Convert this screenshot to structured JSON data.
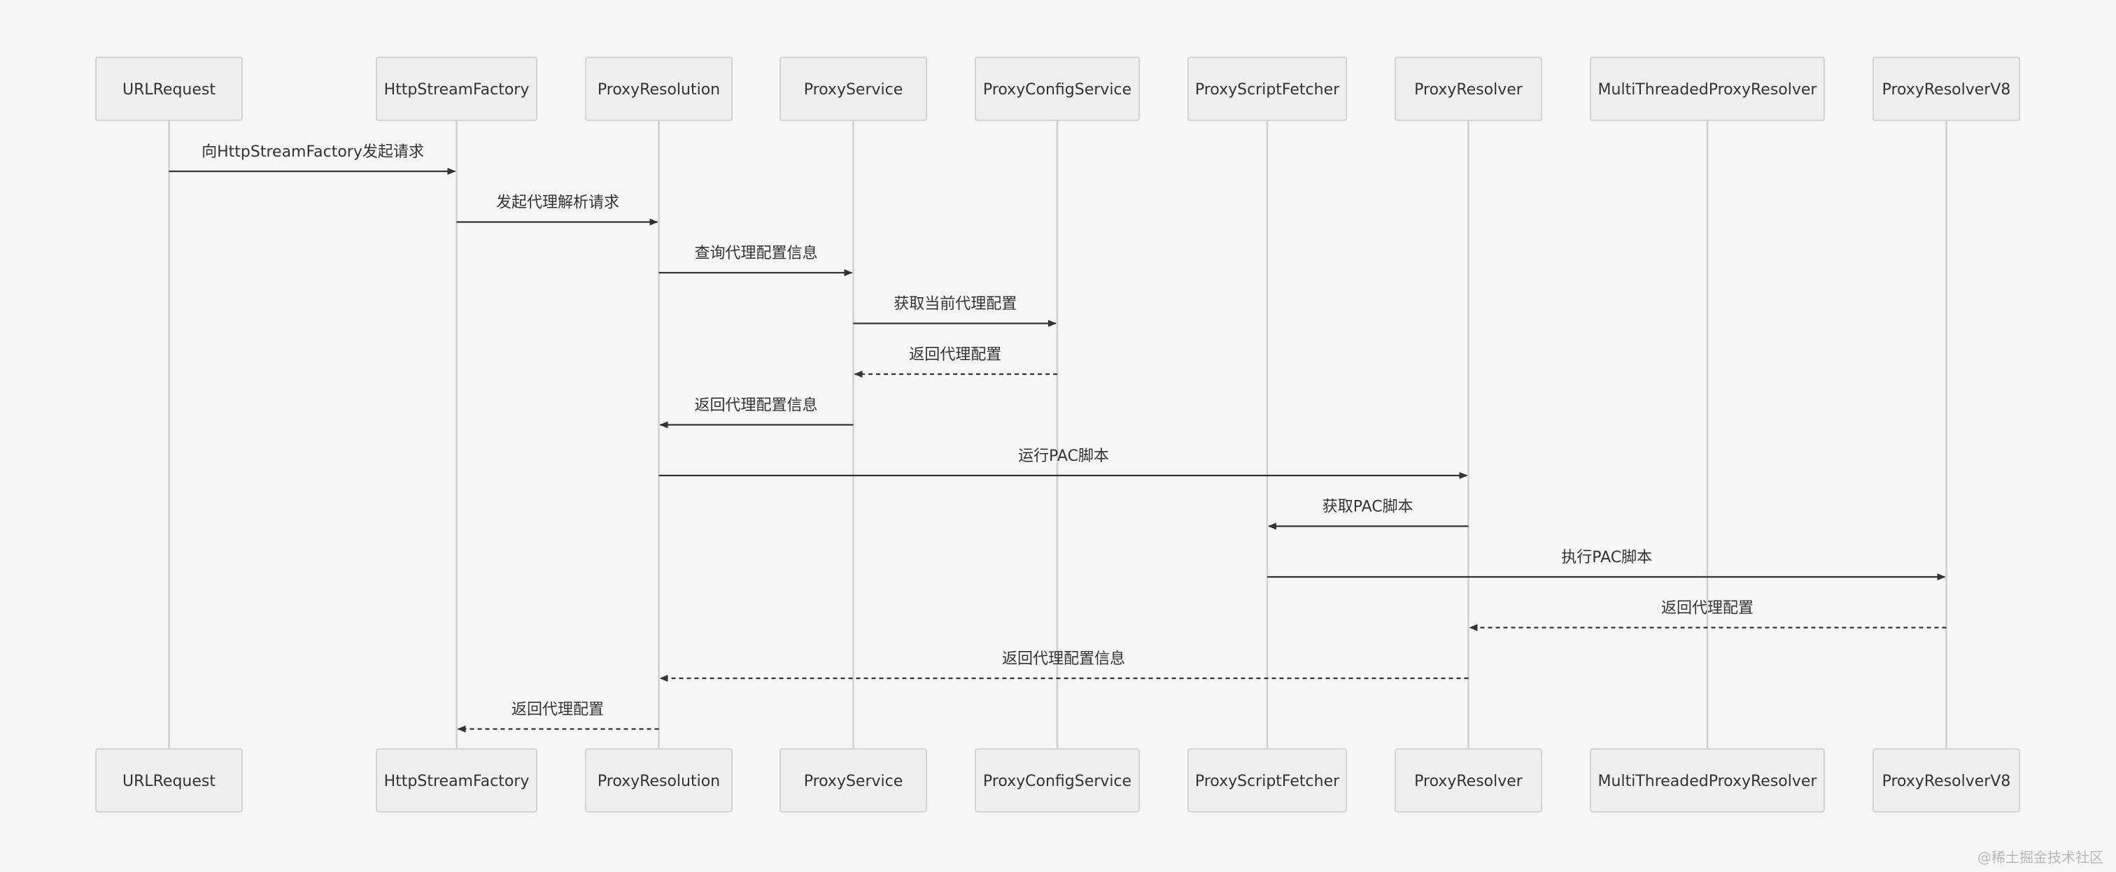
{
  "participants": [
    "URLRequest",
    "HttpStreamFactory",
    "ProxyResolution",
    "ProxyService",
    "ProxyConfigService",
    "ProxyScriptFetcher",
    "ProxyResolver",
    "MultiThreadedProxyResolver",
    "ProxyResolverV8"
  ],
  "messages": [
    {
      "from": 0,
      "to": 1,
      "text": "向HttpStreamFactory发起请求",
      "style": "solid"
    },
    {
      "from": 1,
      "to": 2,
      "text": "发起代理解析请求",
      "style": "solid"
    },
    {
      "from": 2,
      "to": 3,
      "text": "查询代理配置信息",
      "style": "solid"
    },
    {
      "from": 3,
      "to": 4,
      "text": "获取当前代理配置",
      "style": "solid"
    },
    {
      "from": 4,
      "to": 3,
      "text": "返回代理配置",
      "style": "dashed"
    },
    {
      "from": 3,
      "to": 2,
      "text": "返回代理配置信息",
      "style": "solid"
    },
    {
      "from": 2,
      "to": 6,
      "text": "运行PAC脚本",
      "style": "solid"
    },
    {
      "from": 6,
      "to": 5,
      "text": "获取PAC脚本",
      "style": "solid"
    },
    {
      "from": 5,
      "to": 8,
      "text": "执行PAC脚本",
      "style": "solid"
    },
    {
      "from": 8,
      "to": 6,
      "text": "返回代理配置",
      "style": "dashed"
    },
    {
      "from": 6,
      "to": 2,
      "text": "返回代理配置信息",
      "style": "dashed"
    },
    {
      "from": 2,
      "to": 1,
      "text": "返回代理配置",
      "style": "dashed"
    }
  ],
  "watermark": "@稀土掘金技术社区"
}
